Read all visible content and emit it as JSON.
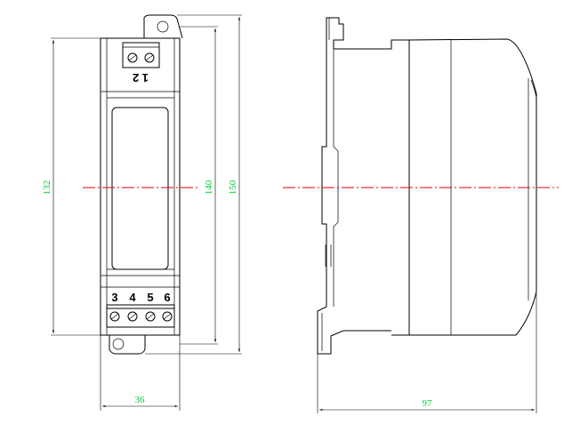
{
  "dimensions": {
    "front_height_inner": "132",
    "front_height_mid": "140",
    "front_height_outer": "150",
    "front_width": "36",
    "side_depth": "97"
  },
  "terminals": {
    "top": "1 2",
    "bottom": [
      "3",
      "4",
      "5",
      "6"
    ]
  },
  "colors": {
    "dimension_text": "#00cc33",
    "center_line": "#e00000",
    "outline": "#000000"
  }
}
